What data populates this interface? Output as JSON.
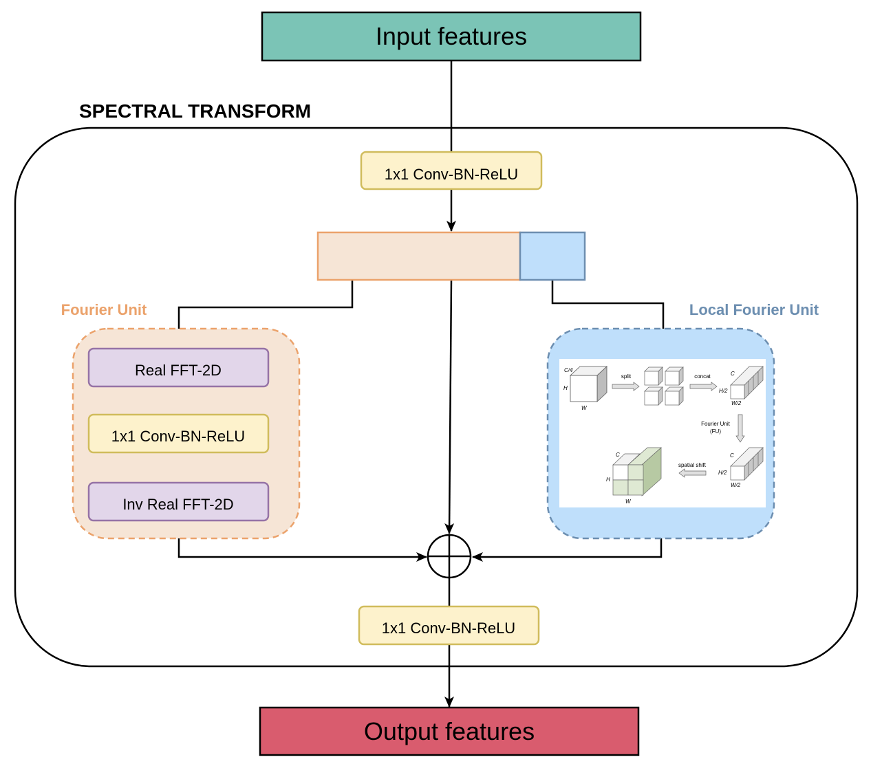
{
  "input_label": "Input features",
  "output_label": "Output features",
  "group_title": "SPECTRAL TRANSFORM",
  "conv_top_label": "1x1 Conv-BN-ReLU",
  "conv_bottom_label": "1x1 Conv-BN-ReLU",
  "fourier_unit": {
    "title": "Fourier Unit",
    "steps": [
      "Real FFT-2D",
      "1x1 Conv-BN-ReLU",
      "Inv Real FFT-2D"
    ]
  },
  "local_fourier_unit": {
    "title": "Local Fourier Unit",
    "figure": {
      "dim_c4": "C/4",
      "dim_h": "H",
      "dim_w": "W",
      "split": "split",
      "concat": "concat",
      "dim_c": "C",
      "dim_h2": "H/2",
      "dim_w2": "W/2",
      "fu_line1": "Fourier Unit",
      "fu_line2": "(FU)",
      "spatial_shift": "spatial shift"
    }
  },
  "colors": {
    "input": "#7bc4b6",
    "output": "#d95c6e",
    "conv": "#fdf2cc",
    "conv_border": "#d0bc5c",
    "fft": "#e2d6ea",
    "fft_border": "#9673a6",
    "fourier": "#f6e5d6",
    "fourier_border": "#eba26b",
    "local": "#bfdffb",
    "local_border": "#6c8eb0"
  }
}
